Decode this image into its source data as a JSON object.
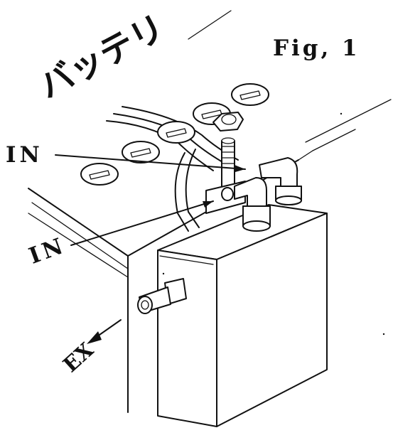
{
  "figure": {
    "title": "Fig, 1",
    "battery_label": "バッテリ",
    "inlet_label_top": "IN",
    "inlet_label_bottom": "IN",
    "exhaust_label": "EX",
    "ink_color": "#111111",
    "background_color": "#ffffff"
  }
}
